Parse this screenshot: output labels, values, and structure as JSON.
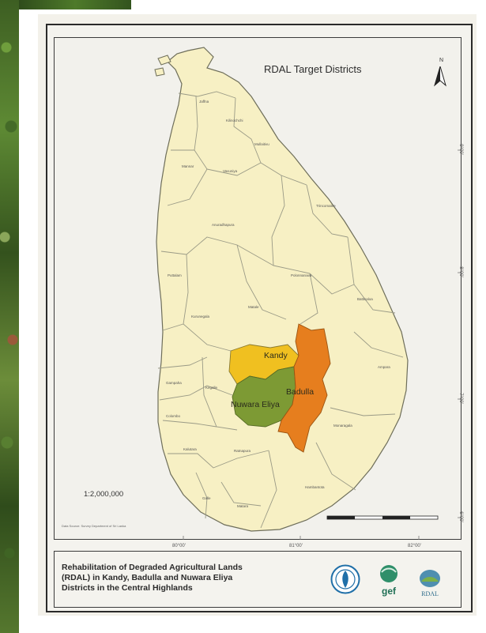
{
  "map": {
    "title": "RDAL Target Districts",
    "north_label": "N",
    "scale": "1:2,000,000",
    "source_note": "Data Source: Survey Department of Sri Lanka",
    "longitude_labels": [
      "80°00'",
      "81°00'",
      "82°00'"
    ],
    "latitude_labels": [
      "9°00'",
      "8°00'",
      "7°00'",
      "6°00'"
    ],
    "target_districts": [
      {
        "name": "Kandy",
        "color": "#f0c020"
      },
      {
        "name": "Badulla",
        "color": "#e67e1e"
      },
      {
        "name": "Nuwara Eliya",
        "color": "#7d9a34"
      }
    ],
    "other_districts": [
      "Jaffna",
      "Kilinochchi",
      "Mullaitivu",
      "Mannar",
      "Vavuniya",
      "Trincomalee",
      "Anuradhapura",
      "Puttalam",
      "Polonnaruwa",
      "Batticaloa",
      "Kurunegala",
      "Matale",
      "Ampara",
      "Gampaha",
      "Kegalle",
      "Colombo",
      "Monaragala",
      "Ratnapura",
      "Kalutara",
      "Hambantota",
      "Galle",
      "Matara"
    ],
    "colors": {
      "land": "#f7f0c4",
      "border": "#8a8a78",
      "frame": "#2a2a2a"
    }
  },
  "legend": {
    "title_lines": [
      "Rehabilitation of Degraded Agricultural Lands",
      "(RDAL) in Kandy, Badulla and Nuwara Eliya",
      "Districts in the Central Highlands"
    ],
    "logos": [
      "fao-logo",
      "gef-logo",
      "rdal-logo"
    ],
    "logo_texts": {
      "gef": "gef",
      "rdal": "RDAL"
    }
  }
}
